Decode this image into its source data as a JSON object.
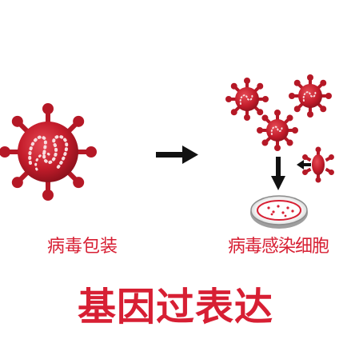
{
  "diagram": {
    "left_label": "病毒包装",
    "right_label": "病毒感染细胞",
    "title": "基因过表达",
    "accent_color": "#d71f33",
    "icons": {
      "big_virus": "virus-icon",
      "small_virus": "virus-icon",
      "arrow_right": "arrow-right-icon",
      "arrow_down": "arrow-down-icon",
      "arrow_left": "arrow-left-icon",
      "petri_dish": "petri-dish-icon"
    }
  }
}
